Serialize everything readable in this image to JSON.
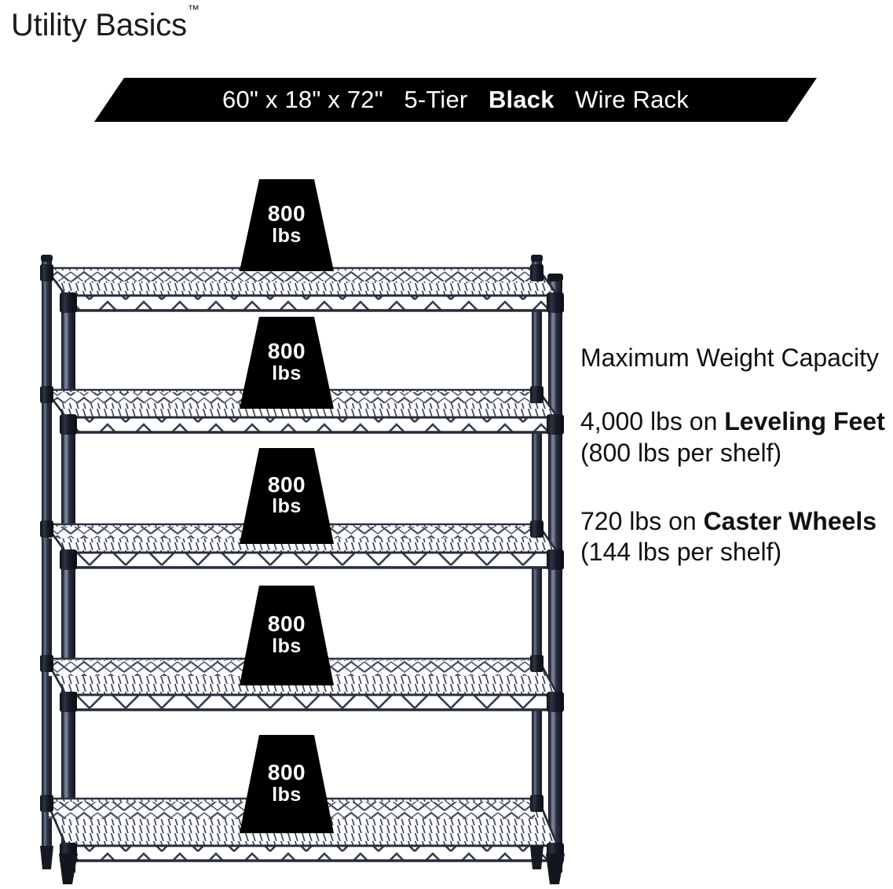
{
  "brand": {
    "name": "Utility Basics",
    "trademark": "™"
  },
  "banner": {
    "dimensions": "60\" x 18\" x 72\"",
    "tier": "5-Tier",
    "color_word": "Black",
    "product": "Wire Rack",
    "full_text": "60\" x 18\" x 72\" 5-Tier Black Wire Rack",
    "background": "#000000",
    "text_color": "#ffffff"
  },
  "product": {
    "type": "wire-shelving-rack",
    "shelf_count": 5,
    "width_in": 60,
    "depth_in": 18,
    "height_in": 72,
    "finish": "Black",
    "post_color": "#252a36",
    "wire_color": "#3a4050",
    "feet": "leveling-feet"
  },
  "badges": [
    {
      "id": "shelf-1",
      "number": "800",
      "unit": "lbs"
    },
    {
      "id": "shelf-2",
      "number": "800",
      "unit": "lbs"
    },
    {
      "id": "shelf-3",
      "number": "800",
      "unit": "lbs"
    },
    {
      "id": "shelf-4",
      "number": "800",
      "unit": "lbs"
    },
    {
      "id": "shelf-5",
      "number": "800",
      "unit": "lbs"
    }
  ],
  "copy": {
    "heading": "Maximum Weight Capacity",
    "leveling": {
      "lead": "4,000 lbs on ",
      "strong": "Leveling Feet",
      "tail": " (800 lbs per shelf)"
    },
    "caster": {
      "lead": "720 lbs on ",
      "strong": "Caster Wheels",
      "tail": " (144 lbs per shelf)"
    }
  },
  "colors": {
    "background": "#ffffff",
    "ink": "#111111",
    "accent": "#000000"
  }
}
